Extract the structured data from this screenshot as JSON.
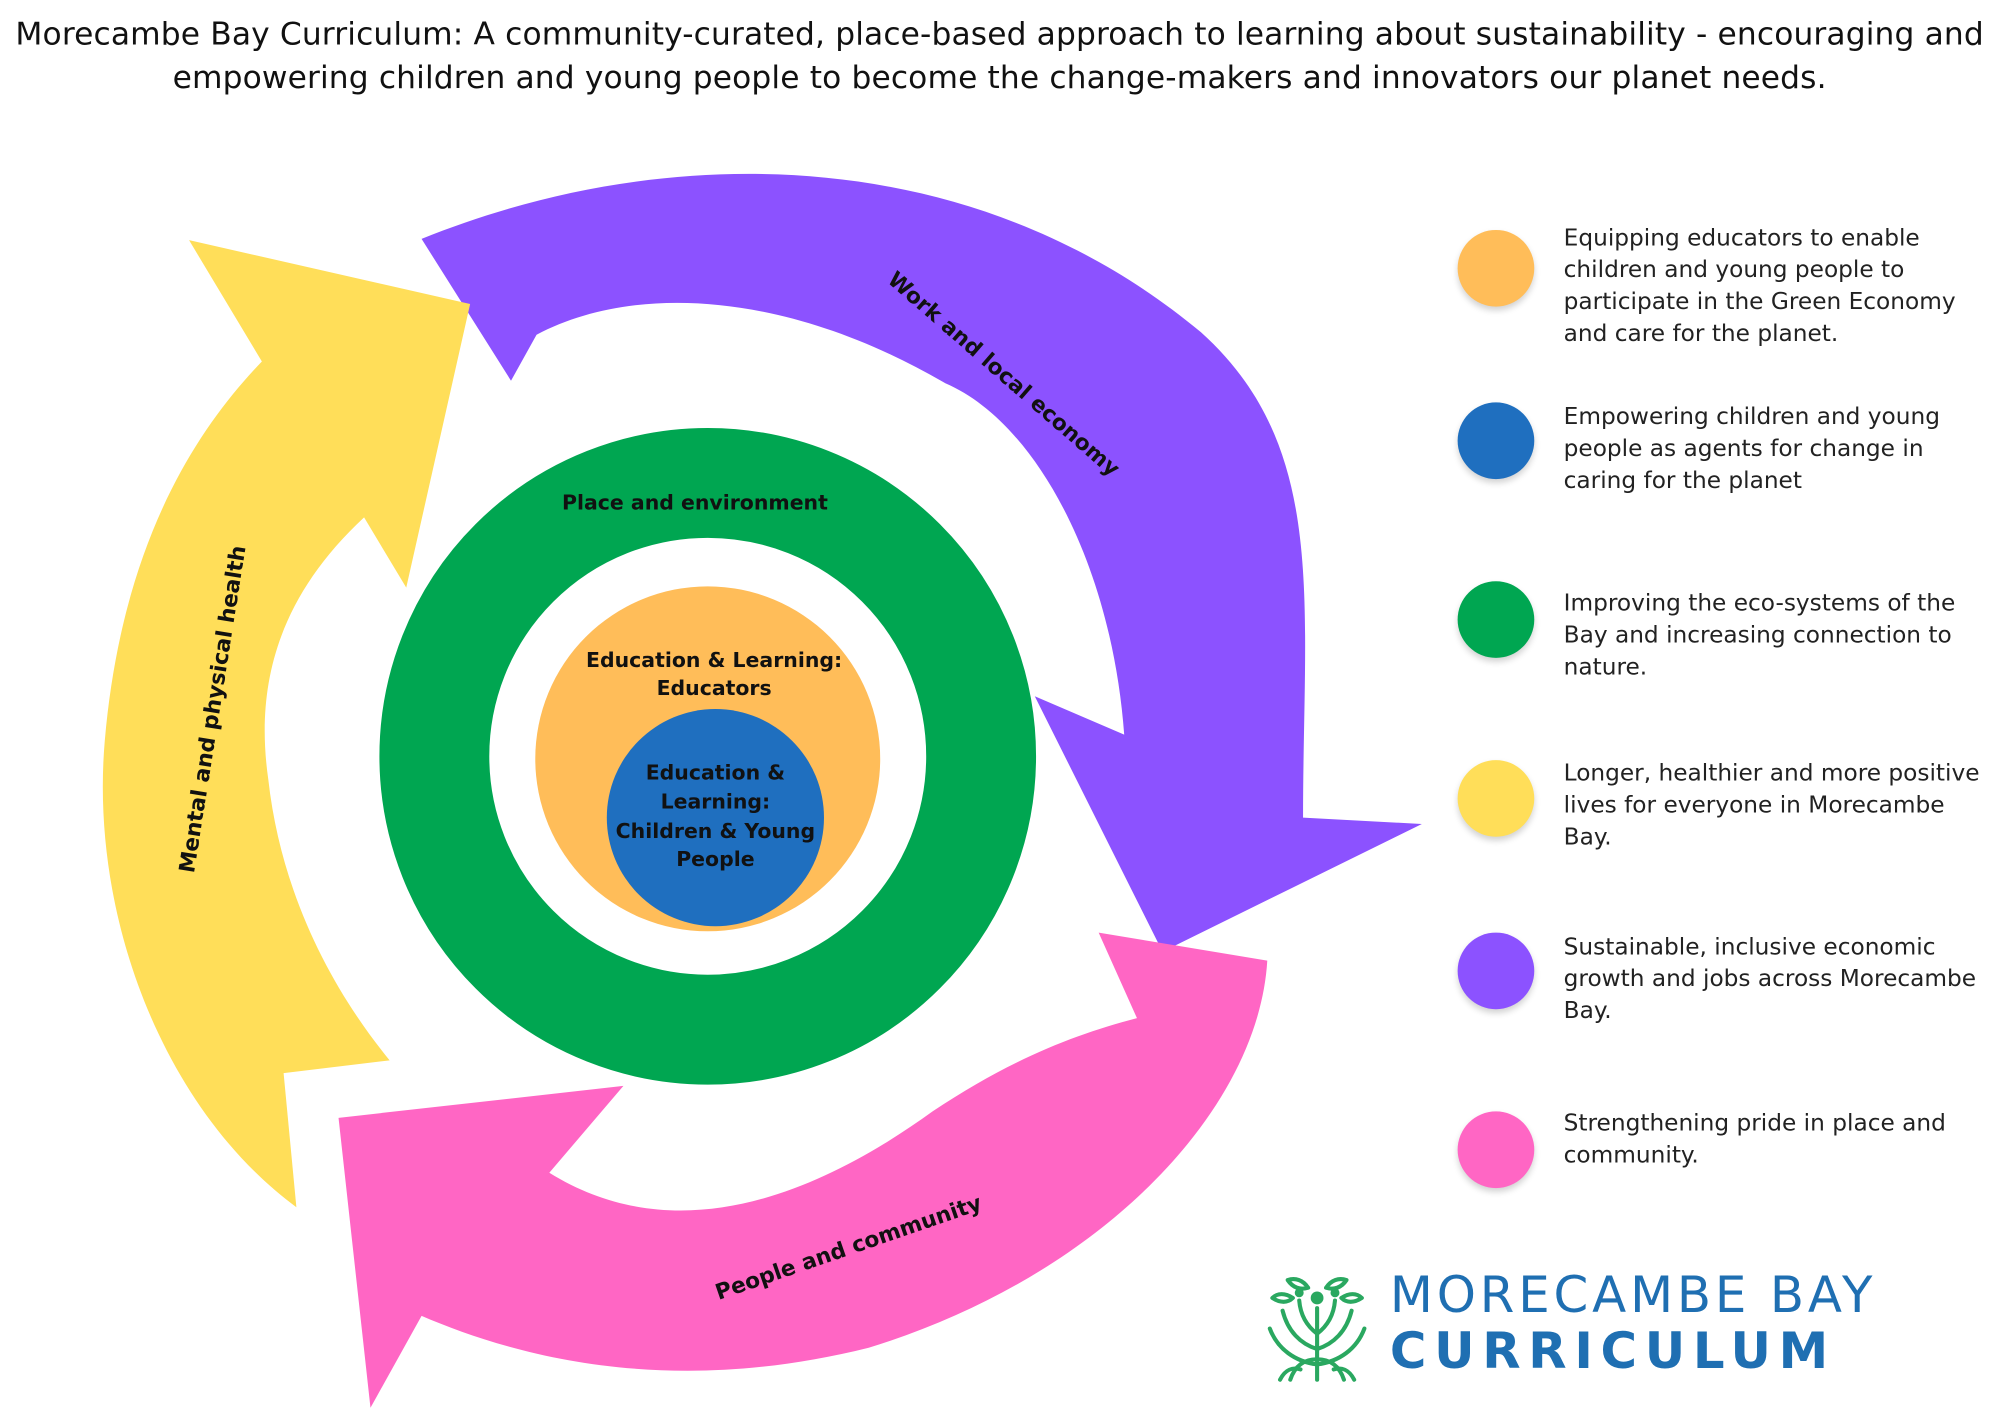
{
  "title": {
    "line1": "Morecambe Bay Curriculum: A community-curated, place-based approach to learning about sustainability - encouraging and",
    "line2": "empowering children and young people to become the change-makers and innovators our planet needs."
  },
  "diagram": {
    "arrows": {
      "work": {
        "label": "Work and local economy",
        "color": "#8c52ff"
      },
      "people": {
        "label": "People and community",
        "color": "#ff66c4"
      },
      "health": {
        "label": "Mental and physical health",
        "color": "#ffde59"
      }
    },
    "rings": {
      "place": {
        "label": "Place and environment",
        "color": "#00a651"
      },
      "educators": {
        "line1": "Education & Learning:",
        "line2": "Educators",
        "color": "#ffbd59"
      },
      "children": {
        "line1": "Education &",
        "line2": "Learning:",
        "line3": "Children & Young",
        "line4": "People",
        "color": "#1f6fbf"
      }
    }
  },
  "legend": [
    {
      "color": "#ffbd59",
      "text": "Equipping educators to enable children and young people to participate in the Green Economy and care for the planet."
    },
    {
      "color": "#1f6fbf",
      "text": "Empowering children and young people as agents for change in caring for the planet"
    },
    {
      "color": "#00a651",
      "text": "Improving the eco-systems of the Bay and increasing connection to nature."
    },
    {
      "color": "#ffde59",
      "text": "Longer, healthier and more positive lives for everyone in Morecambe Bay."
    },
    {
      "color": "#8c52ff",
      "text": "Sustainable, inclusive economic growth and jobs across Morecambe Bay."
    },
    {
      "color": "#ff66c4",
      "text": "Strengthening pride in place and community."
    }
  ],
  "logo": {
    "line1": "MORECAMBE BAY",
    "line2": "CURRICULUM",
    "icon": "tree-people-icon",
    "color": "#1f6fb2",
    "icon_color": "#2aa860"
  }
}
